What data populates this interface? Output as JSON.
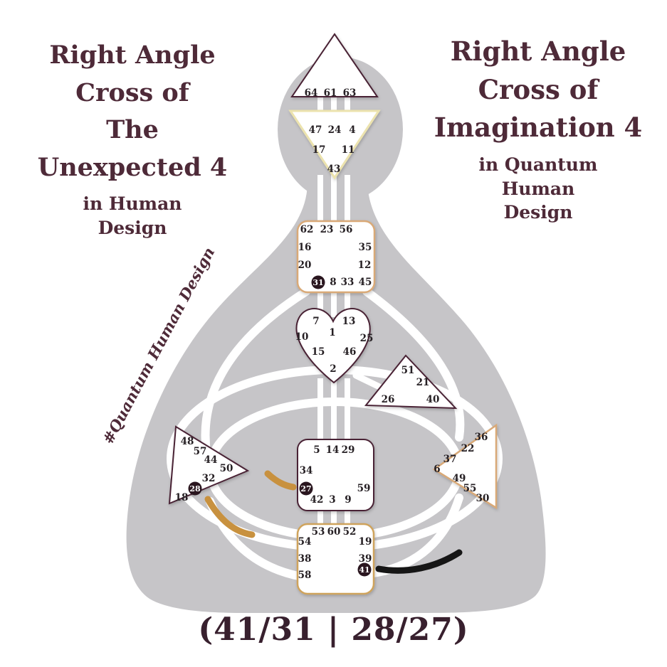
{
  "page": {
    "left_title": {
      "lines": [
        "Right Angle",
        "Cross of",
        "The",
        "Unexpected 4"
      ],
      "subtitle": [
        "in Human",
        "Design"
      ]
    },
    "right_title": {
      "lines": [
        "Right Angle",
        "Cross of",
        "Imagination 4"
      ],
      "subtitle": [
        "in Quantum",
        "Human",
        "Design"
      ]
    },
    "hashtag": "#Quantum Human Design",
    "cross_notation": "(41/31 | 28/27)"
  },
  "colors": {
    "title_text": "#4e2a38",
    "silhouette_gray": "#c6c5c8",
    "maroon_outline": "#4a2434",
    "gold_outline": "#d9a977",
    "root_gold_outline": "#cfa35c",
    "pale_yellow_outline": "#ece3ae",
    "gold_arc": "#c8913f",
    "black_arc": "#161616",
    "highlight_circle": "#2a161f",
    "gate_number": "#262024"
  },
  "bodygraph": {
    "highlighted_gates": [
      31,
      28,
      27,
      41
    ],
    "centers": [
      {
        "name": "head",
        "shape": "triangle-up",
        "gates": [
          64,
          61,
          63
        ]
      },
      {
        "name": "ajna",
        "shape": "triangle-down",
        "gates": [
          47,
          24,
          4,
          17,
          11,
          43
        ]
      },
      {
        "name": "throat",
        "shape": "square",
        "gates": [
          62,
          23,
          56,
          16,
          35,
          20,
          12,
          31,
          8,
          33,
          45
        ]
      },
      {
        "name": "g-center",
        "shape": "heart",
        "gates": [
          7,
          13,
          1,
          10,
          25,
          15,
          46,
          2
        ]
      },
      {
        "name": "will",
        "shape": "triangle",
        "gates": [
          51,
          21,
          26,
          40
        ]
      },
      {
        "name": "spleen",
        "shape": "triangle-left",
        "gates": [
          48,
          57,
          44,
          50,
          32,
          28,
          18
        ]
      },
      {
        "name": "sacral",
        "shape": "square",
        "gates": [
          5,
          14,
          29,
          34,
          27,
          59,
          42,
          3,
          9
        ]
      },
      {
        "name": "solar-plexus",
        "shape": "triangle-right",
        "gates": [
          36,
          22,
          37,
          6,
          49,
          55,
          30
        ]
      },
      {
        "name": "root",
        "shape": "square",
        "gates": [
          53,
          60,
          52,
          54,
          19,
          38,
          39,
          58,
          41
        ]
      }
    ]
  }
}
